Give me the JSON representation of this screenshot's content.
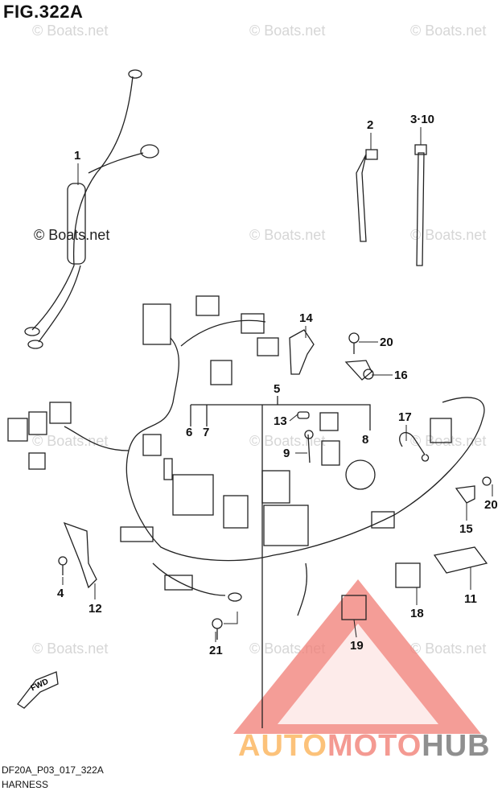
{
  "figure_title": "FIG.322A",
  "drawing_code": "DF20A_P03_017_322A",
  "caption": "HARNESS",
  "watermark": "© Boats.net",
  "fwd_label": "FWD",
  "logo": {
    "part1": "AUTO",
    "part2": "MOTO",
    "part3": "HUB"
  },
  "callouts": {
    "c1": "1",
    "c2": "2",
    "c3": "3·10",
    "c14": "14",
    "c20a": "20",
    "c16": "16",
    "c5": "5",
    "c6": "6",
    "c7": "7",
    "c13": "13",
    "c9": "9",
    "c8": "8",
    "c17": "17",
    "c15": "15",
    "c20b": "20",
    "c11": "11",
    "c18": "18",
    "c19": "19",
    "c4": "4",
    "c12": "12",
    "c21": "21"
  },
  "colors": {
    "line": "#222222",
    "logo_triangle": "#f07c74"
  }
}
